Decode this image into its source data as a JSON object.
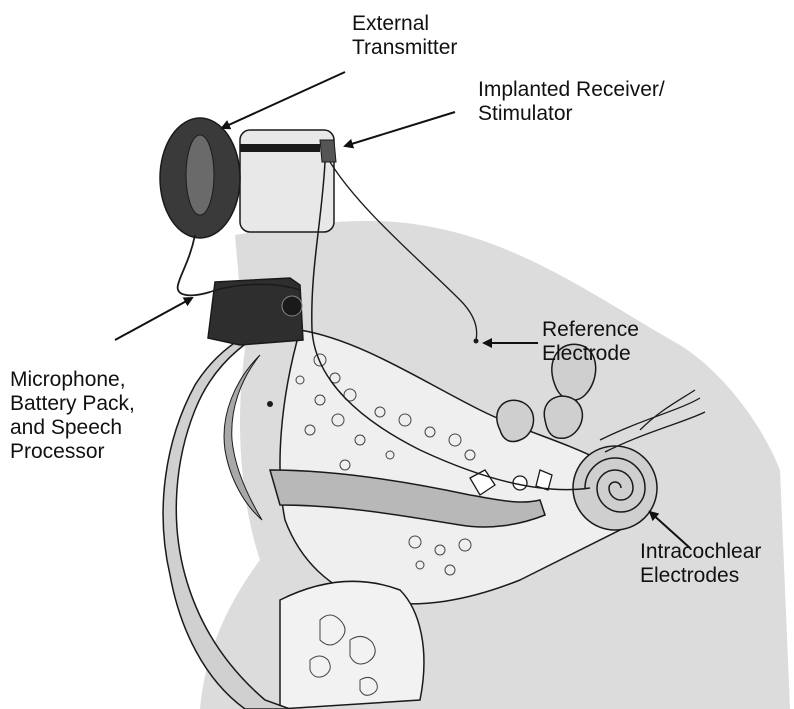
{
  "labels": {
    "external_transmitter": [
      "External",
      "Transmitter"
    ],
    "implanted_receiver": [
      "Implanted Receiver/",
      "Stimulator"
    ],
    "reference_electrode": [
      "Reference",
      "Electrode"
    ],
    "microphone": [
      "Microphone,",
      "Battery Pack,",
      "and Speech",
      "Processor"
    ],
    "intracochlear": [
      "Intracochlear",
      "Electrodes"
    ]
  },
  "colors": {
    "background": "#ffffff",
    "head_shade": "#dcdcdc",
    "head_dark": "#b8b8b8",
    "outline": "#1a1a1a",
    "device_dark": "#3a3a3a",
    "text": "#111111"
  }
}
